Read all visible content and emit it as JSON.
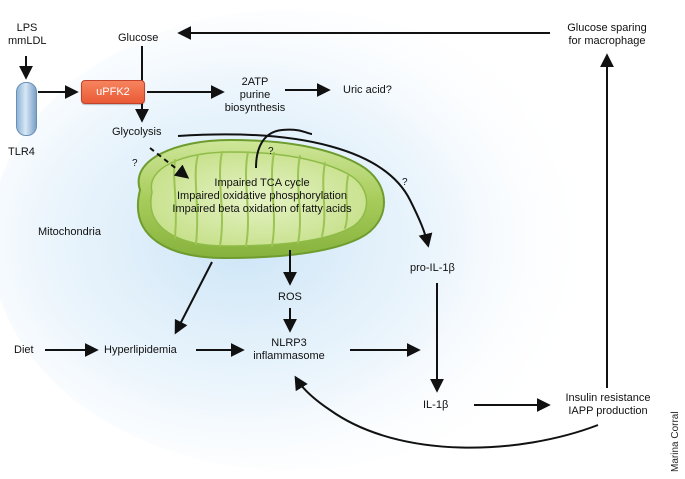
{
  "labels": {
    "lps": "LPS",
    "mmldl": "mmLDL",
    "tlr4": "TLR4",
    "glucose": "Glucose",
    "upfk2": "uPFK2",
    "atp_line1": "2ATP",
    "atp_line2": "purine",
    "atp_line3": "biosynthesis",
    "uric_acid": "Uric acid?",
    "glucose_sparing_line1": "Glucose sparing",
    "glucose_sparing_line2": "for macrophage",
    "glycolysis": "Glycolysis",
    "q_glycolysis": "?",
    "q_top": "?",
    "q_right": "?",
    "mito_line1": "Impaired TCA cycle",
    "mito_line2": "Impaired oxidative phosphorylation",
    "mito_line3": "Impaired beta oxidation of fatty acids",
    "mitochondria": "Mitochondria",
    "pro_il1b": "pro-IL-1β",
    "ros": "ROS",
    "nlrp3_line1": "NLRP3",
    "nlrp3_line2": "inflammasome",
    "diet": "Diet",
    "hyperlipidemia": "Hyperlipidemia",
    "il1b": "IL-1β",
    "insulin_line1": "Insulin resistance",
    "insulin_line2": "IAPP production",
    "credit": "Marina Corral"
  },
  "colors": {
    "mito_fill": "#a8cc5c",
    "mito_stroke": "#6e9c2e",
    "upfk_fill": "#ee6a44",
    "tlr4_fill": "#a9c7e6",
    "glow": "#cfe6f7"
  }
}
